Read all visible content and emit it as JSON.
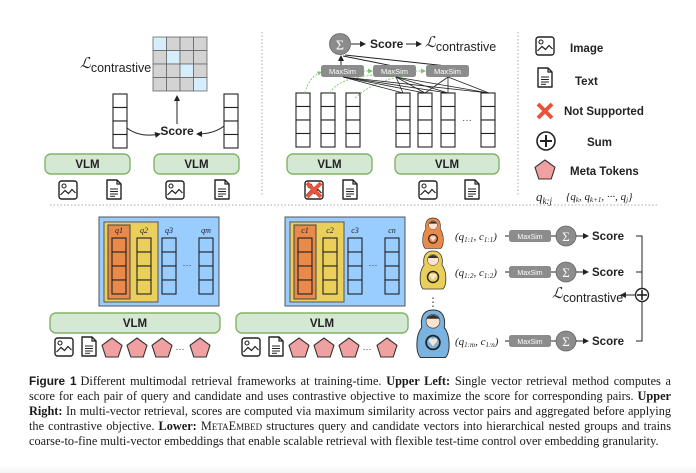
{
  "upper_left": {
    "loss_label_symbol": "ℒ",
    "loss_label_sub": "contrastive",
    "score_label": "Score",
    "vlm_labels": [
      "VLM",
      "VLM"
    ],
    "inputs": [
      {
        "icon": "image-icon"
      },
      {
        "icon": "text-icon"
      },
      {
        "icon": "image-icon"
      },
      {
        "icon": "text-icon"
      }
    ],
    "matrix": {
      "rows": 4,
      "cols": 4,
      "diag_color": "#d6eefc",
      "cell_color": "#d3d3d3"
    }
  },
  "upper_right": {
    "sum_symbol": "Σ",
    "score_label": "Score",
    "loss_label_symbol": "ℒ",
    "loss_label_sub": "contrastive",
    "maxsim_labels": [
      "MaxSim",
      "MaxSim",
      "MaxSim"
    ],
    "ellipsis": "···",
    "vlm_labels": [
      "VLM",
      "VLM"
    ],
    "inputs": [
      {
        "icon": "not-supported-icon"
      },
      {
        "icon": "text-icon"
      },
      {
        "icon": "image-icon"
      },
      {
        "icon": "text-icon"
      }
    ]
  },
  "legend": {
    "items": [
      {
        "icon": "image-icon",
        "label": "Image"
      },
      {
        "icon": "text-icon",
        "label": "Text"
      },
      {
        "icon": "not-supported-icon",
        "label": "Not Supported"
      },
      {
        "icon": "sum-icon",
        "label": "Sum"
      },
      {
        "icon": "meta-token-icon",
        "label": "Meta Tokens"
      }
    ],
    "notation_symbol": "q",
    "notation_sub": "k:j",
    "notation_def": "{q_k, q_{k+1}, ···, q_j}"
  },
  "lower": {
    "query_block": {
      "labels": [
        "q1",
        "q2",
        "q3",
        "qm"
      ],
      "ellipsis": "···"
    },
    "candidate_block": {
      "labels": [
        "c1",
        "c2",
        "c3",
        "cn"
      ],
      "ellipsis": "···"
    },
    "vlm_labels": [
      "VLM",
      "VLM"
    ],
    "token_ellipsis": "···",
    "pairs": [
      {
        "pair": "(q1:1, c1:1)",
        "maxsim": "MaxSim",
        "sum": "Σ",
        "score": "Score",
        "doll_color": "#e98a4a"
      },
      {
        "pair": "(q1:2, c1:2)",
        "maxsim": "MaxSim",
        "sum": "Σ",
        "score": "Score",
        "doll_color": "#ead05a"
      },
      {
        "pair": "(q1:m, c1:n)",
        "maxsim": "MaxSim",
        "sum": "Σ",
        "score": "Score",
        "doll_color": "#7ab3e0"
      }
    ],
    "vertical_ellipsis": "⋮",
    "loss_label_symbol": "ℒ",
    "loss_label_sub": "contrastive",
    "plus_symbol": "⊕"
  },
  "caption": {
    "figure_label": "Figure 1",
    "segments": [
      {
        "text": "Different multimodal retrieval frameworks at training-time. ",
        "style": "normal"
      },
      {
        "text": "Upper Left:",
        "style": "bold"
      },
      {
        "text": " Single vector retrieval method computes a score for each pair of query and candidate and uses contrastive objective to maximize the score for corresponding pairs. ",
        "style": "normal"
      },
      {
        "text": "Upper Right:",
        "style": "bold"
      },
      {
        "text": " In multi-vector retrieval, scores are computed via maximum similarity across vector pairs and aggregated before applying the contrastive objective. ",
        "style": "normal"
      },
      {
        "text": "Lower:",
        "style": "bold"
      },
      {
        "text": "  ",
        "style": "normal"
      },
      {
        "text": "MetaEmbed",
        "style": "smallcaps"
      },
      {
        "text": " structures query and candidate vectors into hierarchical nested groups and trains coarse-to-fine multi-vector embeddings that enable scalable retrieval with flexible test-time control over embedding granularity.",
        "style": "normal"
      }
    ]
  },
  "colors": {
    "vlm_fill": "#d5e8d4",
    "vlm_stroke": "#82b366",
    "maxsim_fill": "#8c8c8c",
    "sum_fill": "#8c8c8c",
    "green_arrow": "#7cc46a",
    "not_supported": "#e8533c",
    "meta_token_fill": "#f0a0a0",
    "blue_block": "#99ccff",
    "yellow_block": "#ead05a",
    "orange_block": "#e98a4a"
  }
}
